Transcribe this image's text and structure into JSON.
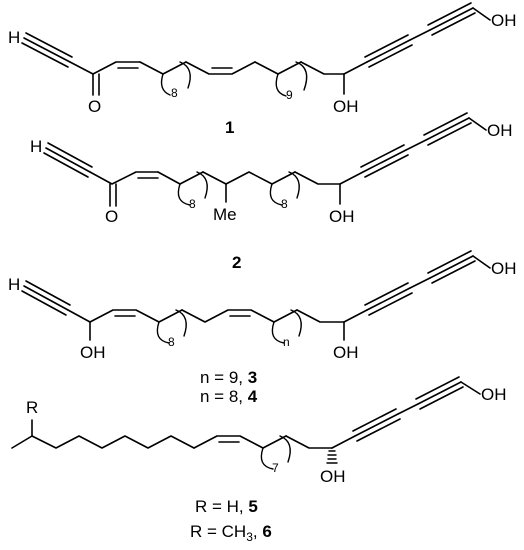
{
  "atoms": {
    "h": "H",
    "o": "O",
    "oh": "OH",
    "me": "Me",
    "r": "R"
  },
  "repeat_counts": {
    "c1_a": "8",
    "c1_b": "9",
    "c2_a": "8",
    "c2_b": "8",
    "c3_a": "8",
    "c3_b": "n",
    "c5": "7"
  },
  "labels": {
    "c1": "1",
    "c2": "2",
    "c3_prefix": "n = 9, ",
    "c3_num": "3",
    "c4_prefix": "n = 8, ",
    "c4_num": "4",
    "c5_prefix": "R = H, ",
    "c5_num": "5",
    "c6_prefix": "R = CH",
    "c6_sub": "3",
    "c6_comma": ", ",
    "c6_num": "6"
  }
}
